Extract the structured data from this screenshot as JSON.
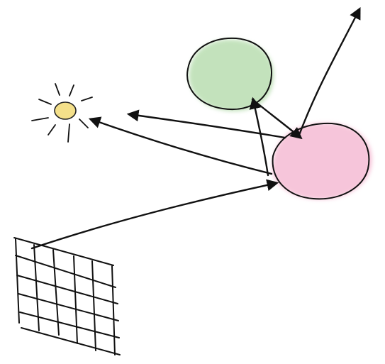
{
  "diagram": {
    "kind": "ray-tracing-sketch",
    "background": "#ffffff",
    "stroke_color": "#111111",
    "elements": {
      "light_source": {
        "icon": "sun-icon",
        "fill": "#f4e08a",
        "stroke": "#222222"
      },
      "green_sphere": {
        "fill": "#b9deb1",
        "stroke": "#111111"
      },
      "pink_sphere": {
        "fill": "#f6bfd6",
        "stroke": "#111111"
      },
      "image_plane": {
        "icon": "pixel-grid-icon",
        "columns": 5,
        "rows": 5
      }
    },
    "rays": [
      {
        "name": "camera-ray",
        "from": "image_plane",
        "to": "pink_sphere"
      },
      {
        "name": "shadow-ray-to-light",
        "from": "pink_sphere",
        "to": "light_source"
      },
      {
        "name": "secondary-ray-to-light",
        "from": "pink_sphere",
        "to": "light_source"
      },
      {
        "name": "reflection-ray-up",
        "from": "pink_sphere",
        "to": "outside"
      },
      {
        "name": "ray-pink-to-green",
        "from": "pink_sphere",
        "to": "green_sphere"
      },
      {
        "name": "ray-green-to-pink",
        "from": "green_sphere",
        "to": "pink_sphere"
      }
    ]
  }
}
